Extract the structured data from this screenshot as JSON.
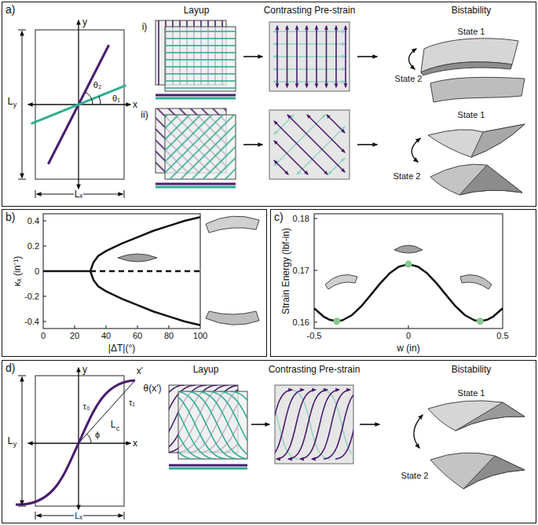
{
  "diagram": {
    "nodes": [
      {
        "text": [
          "a)"
        ]
      },
      {
        "text": [
          "b)"
        ]
      },
      {
        "text": [
          "c)"
        ]
      },
      {
        "text": [
          "d)"
        ]
      }
    ],
    "labels": [
      "y",
      "x",
      "θ₂",
      "θ₁",
      "L",
      "y",
      "Lₓ",
      "i)",
      "Layup",
      "Contrasting Pre-strain",
      "Bistability",
      "State 1",
      "State 2",
      "ii)",
      "State 1",
      "State 2",
      "κₓ (in⁻¹)",
      "0.4",
      "0.2",
      "0",
      "-0.2",
      "-0.4",
      "0",
      "20",
      "40",
      "60",
      "80",
      "100",
      "|ΔT|(°)",
      "Strain Energy (lbf-in)",
      "0.18",
      "0.17",
      "0.16",
      "-0.5",
      "0",
      "0.5",
      "w (in)",
      "y",
      "x'",
      "θ(x')",
      "τ₀",
      "τ₁",
      "ϕ",
      "L",
      "c",
      "x",
      "L",
      "y",
      "Lₓ",
      "Layup",
      "Contrasting Pre-strain",
      "Bistability",
      "State 1",
      "State 2"
    ]
  }
}
